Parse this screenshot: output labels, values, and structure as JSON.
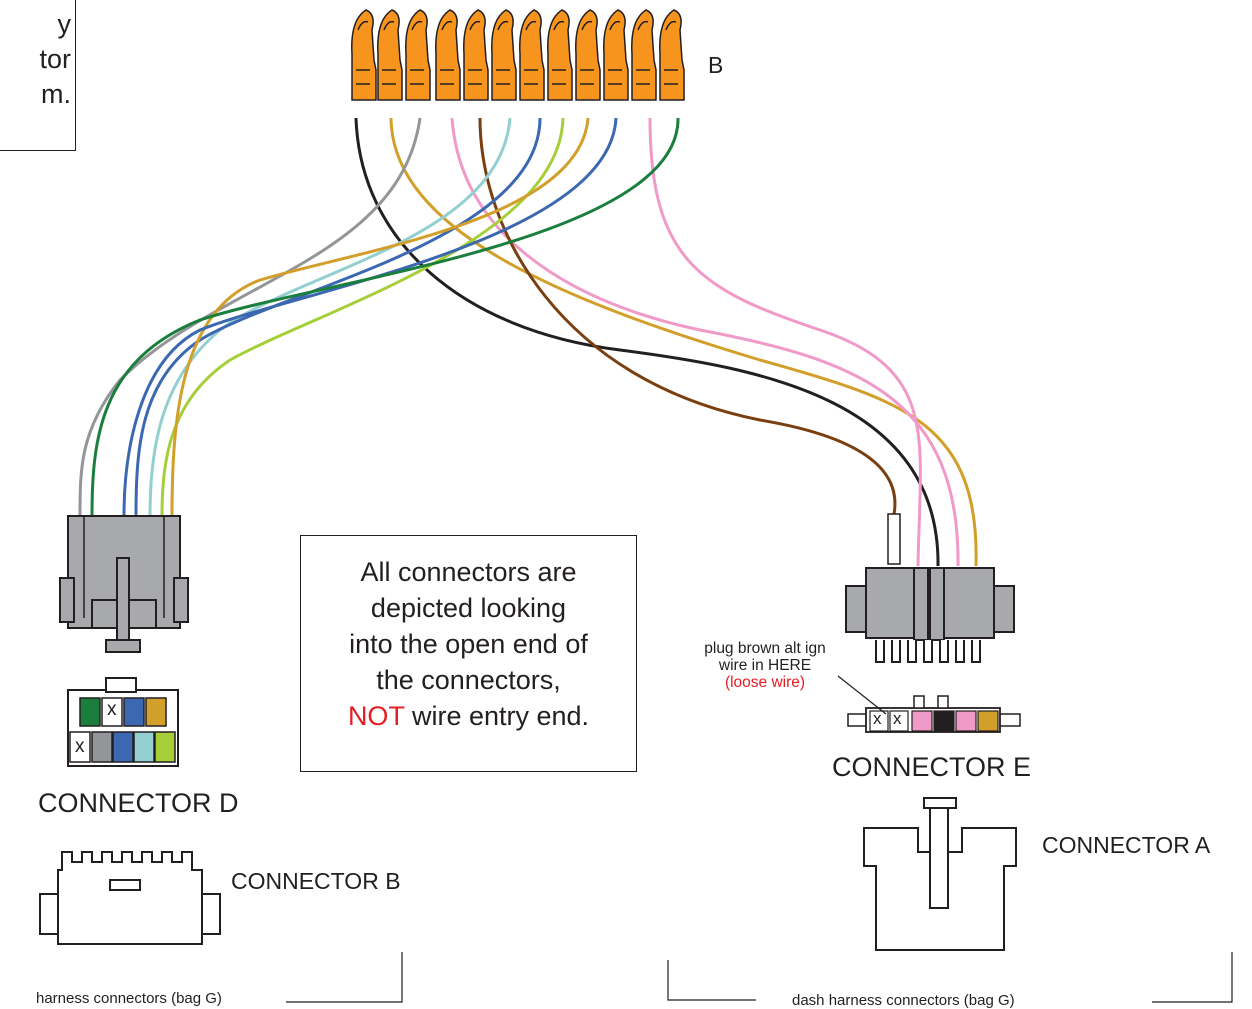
{
  "partial_note": {
    "line1": "y",
    "line2": "tor",
    "line3": "m."
  },
  "terminals_label": "B",
  "note": {
    "line1": "All connectors are",
    "line2": "depicted looking",
    "line3": "into the open end of",
    "line4": "the connectors,",
    "line5_red": "NOT",
    "line5_rest": " wire entry end."
  },
  "annotation": {
    "line1": "plug brown alt ign",
    "line2": "wire in HERE",
    "line3_red": "(loose wire)"
  },
  "connectors": {
    "d": "CONNECTOR D",
    "b": "CONNECTOR B",
    "e": "CONNECTOR E",
    "a": "CONNECTOR A"
  },
  "pin_marks": {
    "x": "x"
  },
  "footer": {
    "left": "harness connectors (bag G)",
    "right": "dash harness connectors (bag G)"
  },
  "colors": {
    "terminal_orange": "#f7941d",
    "connector_gray": "#a7a9ac",
    "wire_gray": "#939598",
    "wire_black": "#231f20",
    "wire_gold": "#d19f2a",
    "wire_pink": "#f09ac7",
    "wire_brown": "#7a3f10",
    "wire_light_blue": "#93cfd0",
    "wire_blue": "#3b68b1",
    "wire_light_green": "#a6ce39",
    "wire_green": "#1a7f3c",
    "note_red": "#e31e24"
  }
}
